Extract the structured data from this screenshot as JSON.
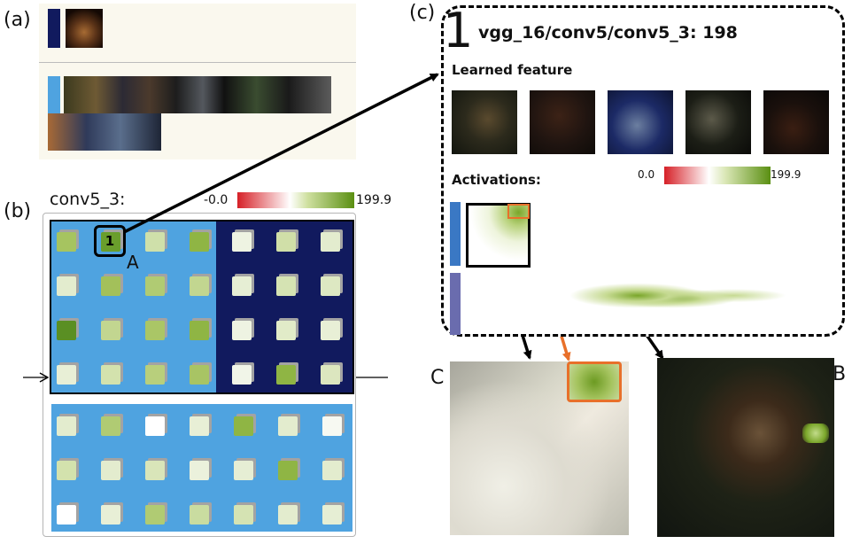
{
  "labels": {
    "a": "(a)",
    "b": "(b)",
    "c": "(c)",
    "A": "A",
    "B": "B",
    "C": "C"
  },
  "panel_b": {
    "layer_name": "conv5_3:",
    "scale_min": "-0.0",
    "scale_max": "199.9",
    "highlight_rank": "1",
    "top_group_left": [
      [
        "#a6c460",
        "#6a9e2c",
        "#cfe0aa",
        "#8fb544"
      ],
      [
        "#e3ecce",
        "#a3c05a",
        "#b0cb73",
        "#c2d690"
      ],
      [
        "#5a8f23",
        "#c2d690",
        "#aac666",
        "#8fb544"
      ],
      [
        "#e8efd6",
        "#d3e2ad",
        "#b8cf7c",
        "#a8c464"
      ]
    ],
    "top_group_right": [
      [
        "#eef3e2",
        "#d0dfa8",
        "#e3ecce"
      ],
      [
        "#e6eed4",
        "#d5e3b3",
        "#dde8c2"
      ],
      [
        "#eef3e2",
        "#e1ebc8",
        "#e8efd6"
      ],
      [
        "#f1f5e8",
        "#8fb544",
        "#dce6bf"
      ]
    ],
    "bottom_group": [
      [
        "#e3ecce",
        "#b0cb73",
        "#ffffff",
        "#e8efd6",
        "#8fb544",
        "#e3ecce",
        "#f7f9f2"
      ],
      [
        "#d3e2ad",
        "#e3ecce",
        "#d9e5b9",
        "#ebf1dc",
        "#e6eed4",
        "#8fb544",
        "#e3ecce"
      ],
      [
        "#ffffff",
        "#e8efd6",
        "#b0cb73",
        "#c9dca0",
        "#d5e3b3",
        "#e3ecce",
        "#e6eed4"
      ]
    ]
  },
  "panel_c": {
    "rank": "1",
    "title": "vgg_16/conv5/conv5_3: 198",
    "learned_feature_label": "Learned feature",
    "activations_label": "Activations:",
    "scale_min": "0.0",
    "scale_max": "199.9"
  },
  "colors": {
    "dark_navy": "#111a5e",
    "light_blue": "#4fa3e0",
    "arrow_orange": "#e8702a",
    "scale_red": "#d62027",
    "scale_green": "#5a8f12"
  }
}
